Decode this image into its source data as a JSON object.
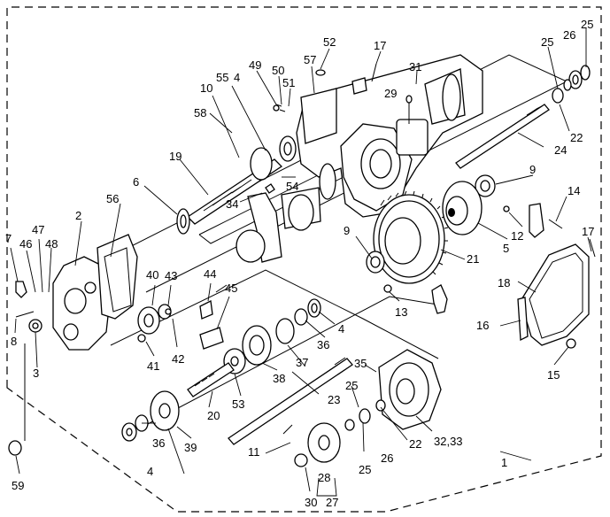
{
  "diagram": {
    "callouts": [
      {
        "id": "p1",
        "text": "1"
      },
      {
        "id": "p2",
        "text": "2"
      },
      {
        "id": "p3",
        "text": "3"
      },
      {
        "id": "p4a",
        "text": "4"
      },
      {
        "id": "p4b",
        "text": "4"
      },
      {
        "id": "p4c",
        "text": "4"
      },
      {
        "id": "p5",
        "text": "5"
      },
      {
        "id": "p6",
        "text": "6"
      },
      {
        "id": "p7",
        "text": "7"
      },
      {
        "id": "p8",
        "text": "8"
      },
      {
        "id": "p9a",
        "text": "9"
      },
      {
        "id": "p9b",
        "text": "9"
      },
      {
        "id": "p10",
        "text": "10"
      },
      {
        "id": "p11",
        "text": "11"
      },
      {
        "id": "p12",
        "text": "12"
      },
      {
        "id": "p13",
        "text": "13"
      },
      {
        "id": "p14",
        "text": "14"
      },
      {
        "id": "p15",
        "text": "15"
      },
      {
        "id": "p16",
        "text": "16"
      },
      {
        "id": "p17a",
        "text": "17"
      },
      {
        "id": "p17b",
        "text": "17"
      },
      {
        "id": "p18",
        "text": "18"
      },
      {
        "id": "p19",
        "text": "19"
      },
      {
        "id": "p20",
        "text": "20"
      },
      {
        "id": "p21",
        "text": "21"
      },
      {
        "id": "p22a",
        "text": "22"
      },
      {
        "id": "p22b",
        "text": "22"
      },
      {
        "id": "p23",
        "text": "23"
      },
      {
        "id": "p24",
        "text": "24"
      },
      {
        "id": "p25a",
        "text": "25"
      },
      {
        "id": "p25b",
        "text": "25"
      },
      {
        "id": "p25c",
        "text": "25"
      },
      {
        "id": "p25d",
        "text": "25"
      },
      {
        "id": "p26a",
        "text": "26"
      },
      {
        "id": "p26b",
        "text": "26"
      },
      {
        "id": "p27",
        "text": "27"
      },
      {
        "id": "p28",
        "text": "28"
      },
      {
        "id": "p29",
        "text": "29"
      },
      {
        "id": "p30",
        "text": "30"
      },
      {
        "id": "p31",
        "text": "31"
      },
      {
        "id": "p3233",
        "text": "32,33"
      },
      {
        "id": "p34",
        "text": "34"
      },
      {
        "id": "p35",
        "text": "35"
      },
      {
        "id": "p36a",
        "text": "36"
      },
      {
        "id": "p36b",
        "text": "36"
      },
      {
        "id": "p37",
        "text": "37"
      },
      {
        "id": "p38",
        "text": "38"
      },
      {
        "id": "p39",
        "text": "39"
      },
      {
        "id": "p40",
        "text": "40"
      },
      {
        "id": "p41",
        "text": "41"
      },
      {
        "id": "p42",
        "text": "42"
      },
      {
        "id": "p43",
        "text": "43"
      },
      {
        "id": "p44",
        "text": "44"
      },
      {
        "id": "p45",
        "text": "45"
      },
      {
        "id": "p46",
        "text": "46"
      },
      {
        "id": "p47",
        "text": "47"
      },
      {
        "id": "p48",
        "text": "48"
      },
      {
        "id": "p49",
        "text": "49"
      },
      {
        "id": "p50",
        "text": "50"
      },
      {
        "id": "p51",
        "text": "51"
      },
      {
        "id": "p52",
        "text": "52"
      },
      {
        "id": "p53",
        "text": "53"
      },
      {
        "id": "p54",
        "text": "54"
      },
      {
        "id": "p55",
        "text": "55"
      },
      {
        "id": "p56",
        "text": "56"
      },
      {
        "id": "p57",
        "text": "57"
      },
      {
        "id": "p58",
        "text": "58"
      },
      {
        "id": "p59",
        "text": "59"
      }
    ]
  }
}
